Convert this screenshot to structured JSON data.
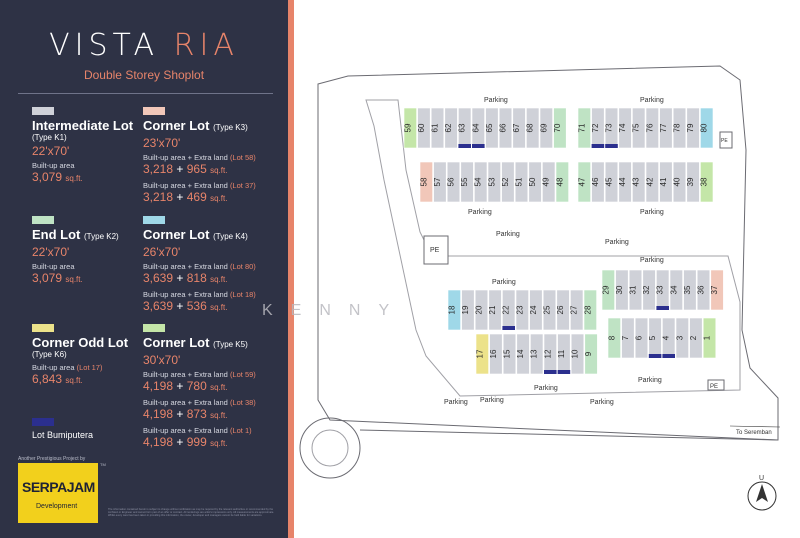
{
  "brand": {
    "title_main": "VISTA",
    "title_accent": "RIA",
    "subtitle": "Double Storey Shoplot"
  },
  "colors": {
    "panel": "#2e3245",
    "accent": "#e7846a",
    "intermediate": "#cfd1d8",
    "end": "#bfe3c4",
    "corner_k3": "#f1c7b9",
    "corner_k4": "#9fd8e8",
    "corner_odd": "#ece28a",
    "corner_k5": "#c4e6a8",
    "bumiputera": "#2b2f8e"
  },
  "legend": {
    "intermediate": {
      "title": "Intermediate Lot",
      "type": "(Type K1)",
      "size": "22'x70'",
      "area_label": "Built-up area",
      "area_value": "3,079",
      "unit": "sq.ft."
    },
    "end": {
      "title": "End Lot",
      "type": "(Type K2)",
      "size": "22'x70'",
      "area_label": "Built-up area",
      "area_value": "3,079",
      "unit": "sq.ft."
    },
    "corner_odd": {
      "title": "Corner Odd Lot",
      "type": "(Type K6)",
      "area_label": "Built-up area",
      "area_note": "(Lot 17)",
      "area_value": "6,843",
      "unit": "sq.ft."
    },
    "bumiputera": {
      "title": "Lot Bumiputera"
    },
    "corner_k3": {
      "title": "Corner Lot",
      "type": "(Type K3)",
      "size": "23'x70'",
      "label": "Built-up area + Extra land",
      "rows": [
        {
          "note": "(Lot 58)",
          "built": "3,218",
          "extra": "965",
          "unit": "sq.ft."
        },
        {
          "note": "(Lot 37)",
          "built": "3,218",
          "extra": "469",
          "unit": "sq.ft."
        }
      ]
    },
    "corner_k4": {
      "title": "Corner Lot",
      "type": "(Type K4)",
      "size": "26'x70'",
      "label": "Built-up area + Extra land",
      "rows": [
        {
          "note": "(Lot 80)",
          "built": "3,639",
          "extra": "818",
          "unit": "sq.ft."
        },
        {
          "note": "(Lot 18)",
          "built": "3,639",
          "extra": "536",
          "unit": "sq.ft."
        }
      ]
    },
    "corner_k5": {
      "title": "Corner Lot",
      "type": "(Type K5)",
      "size": "30'x70'",
      "label": "Built-up area + Extra land",
      "rows": [
        {
          "note": "(Lot 59)",
          "built": "4,198",
          "extra": "780",
          "unit": "sq.ft."
        },
        {
          "note": "(Lot 38)",
          "built": "4,198",
          "extra": "873",
          "unit": "sq.ft."
        },
        {
          "note": "(Lot 1)",
          "built": "4,198",
          "extra": "999",
          "unit": "sq.ft."
        }
      ]
    }
  },
  "developer": {
    "prestige_label": "Another Prestigious Project by",
    "logo_line1": "SERPAJAM",
    "logo_line2": "Development",
    "tm": "TM",
    "disclaimer": "The information contained herein is subject to change without notification as may be required by the relevant authorities or recommended by the Architect or Engineer and cannot form part of an offer or contract. All renderings are artist's impressions only. All measurements are approximate. Whilst every care has been taken in providing this information, the owner, developer and managers cannot be held liable for variations."
  },
  "siteplan": {
    "parking": "Parking",
    "pe": "PE",
    "direction": "To Seremban",
    "north": "U",
    "watermark": "KENNY",
    "row1": [
      "59",
      "60",
      "61",
      "62",
      "63",
      "64",
      "65",
      "66",
      "67",
      "68",
      "69",
      "70"
    ],
    "row1b": [
      "71",
      "72",
      "73",
      "74",
      "75",
      "76",
      "77",
      "78",
      "79",
      "80"
    ],
    "row2": [
      "58",
      "57",
      "56",
      "55",
      "54",
      "53",
      "52",
      "51",
      "50",
      "49",
      "48"
    ],
    "row2b": [
      "47",
      "46",
      "45",
      "44",
      "43",
      "42",
      "41",
      "40",
      "39",
      "38"
    ],
    "row3": [
      "18",
      "19",
      "20",
      "21",
      "22",
      "23",
      "24",
      "25",
      "26",
      "27",
      "28"
    ],
    "row3b": [
      "29",
      "30",
      "31",
      "32",
      "33",
      "34",
      "35",
      "36",
      "37"
    ],
    "row4": [
      "17",
      "16",
      "15",
      "14",
      "13",
      "12",
      "11",
      "10",
      "9"
    ],
    "row4b": [
      "8",
      "7",
      "6",
      "5",
      "4",
      "3",
      "2",
      "1"
    ]
  }
}
